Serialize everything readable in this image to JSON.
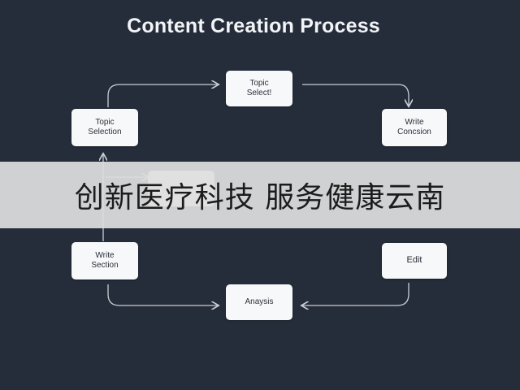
{
  "diagram": {
    "title": "Content Creation Process",
    "nodes": [
      {
        "id": "topic-select-top",
        "label": "Topic\nSelect!"
      },
      {
        "id": "topic-selection-left",
        "label": "Topic\nSelection"
      },
      {
        "id": "write-conclusion",
        "label": "Write\nConcsion"
      },
      {
        "id": "hidden-node",
        "label": ""
      },
      {
        "id": "write-section",
        "label": "Write\nSection"
      },
      {
        "id": "edit",
        "label": "Edit"
      },
      {
        "id": "analysis",
        "label": "Anaysis"
      }
    ],
    "colors": {
      "background": "#252d3a",
      "node": "#f7f8fa",
      "arrow": "#c9ced6",
      "banner": "#dedede"
    }
  },
  "banner": {
    "text": "创新医疗科技 服务健康云南"
  }
}
